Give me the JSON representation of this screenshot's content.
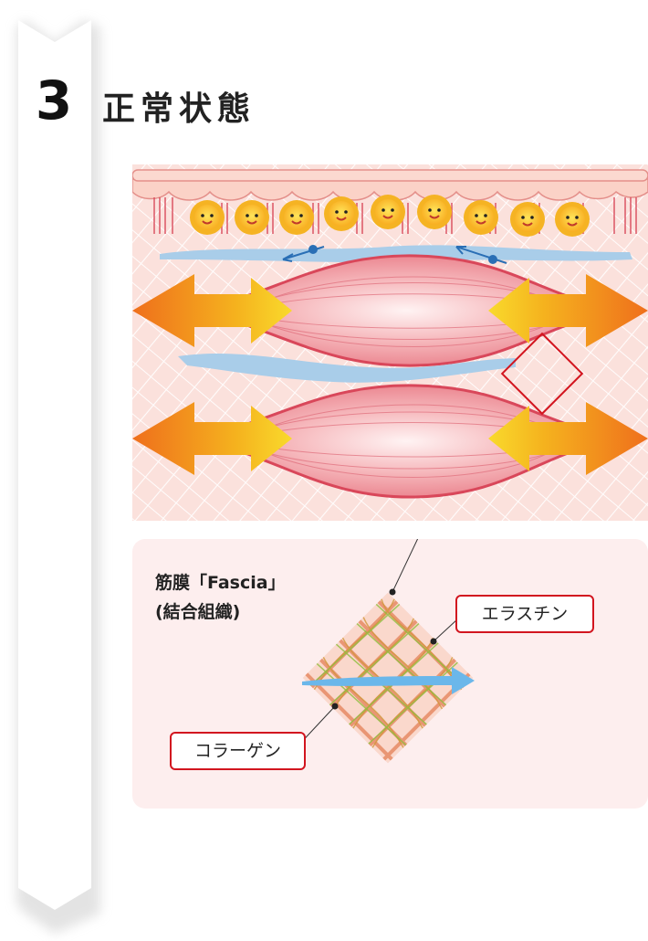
{
  "step": {
    "number": "3",
    "title": "正常状態"
  },
  "fascia": {
    "title_line1": "筋膜「Fascia」",
    "title_line2": "(結合組織)",
    "elastin_label": "エラスチン",
    "collagen_label": "コラーゲン"
  },
  "colors": {
    "skin_bg": "#fbe1dc",
    "muscle": "#ea8a93",
    "muscle_edge": "#d9475a",
    "blood_vessel": "#a9cde9",
    "arrow_orange": "#f07a1a",
    "arrow_yellow": "#f7c81f",
    "callout_red": "#d2151f",
    "panel_bg": "#fdeeee"
  }
}
